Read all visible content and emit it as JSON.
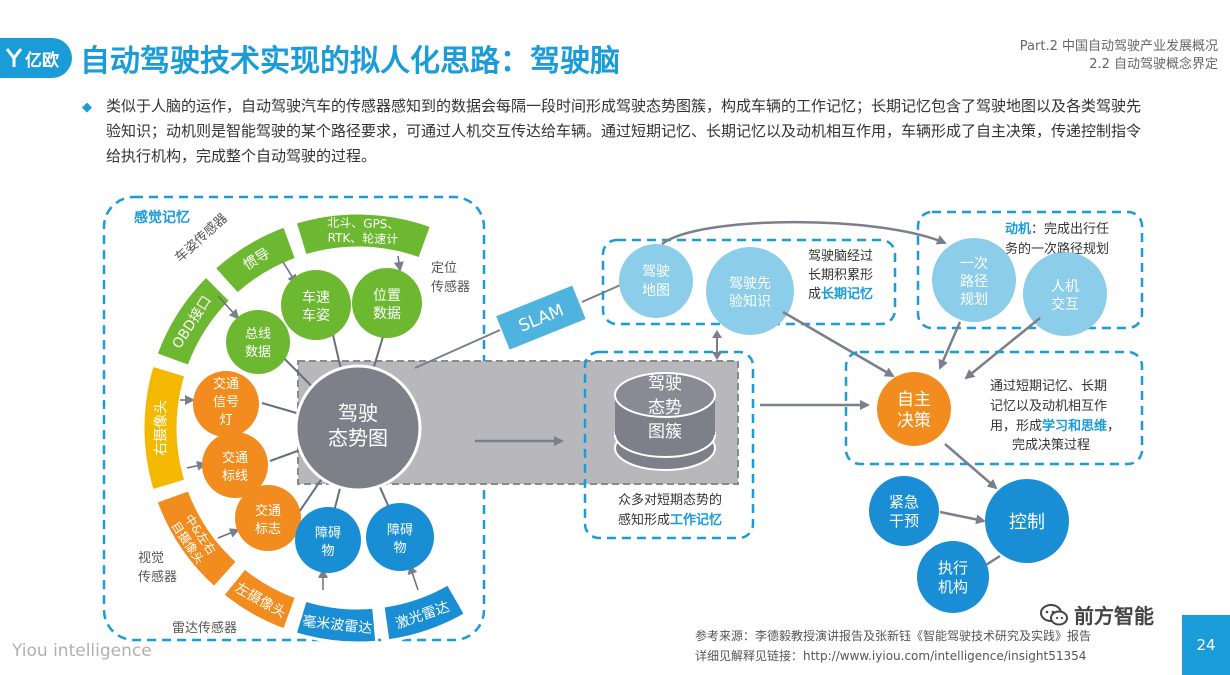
{
  "header": {
    "logo_text": "亿欧",
    "title": "自动驾驶技术实现的拟人化思路：驾驶脑",
    "part_line1": "Part.2 中国自动驾驶产业发展概况",
    "part_line2": "2.2 自动驾驶概念界定"
  },
  "intro": {
    "bullet": "◆",
    "text": "类似于人脑的运作，自动驾驶汽车的传感器感知到的数据会每隔一段时间形成驾驶态势图簇，构成车辆的工作记忆；长期记忆包含了驾驶地图以及各类驾驶先验知识；动机则是智能驾驶的某个路径要求，可通过人机交互传达给车辆。通过短期记忆、长期记忆以及动机相互作用，车辆形成了自主决策，传递控制指令给执行机构，完成整个自动驾驶的过程。"
  },
  "diagram": {
    "sensory_memory_label": "感觉记忆",
    "center_node": [
      "驾驶",
      "态势图"
    ],
    "segments": {
      "obd": "OBD接口",
      "inertial": "惯导",
      "gps": [
        "北斗、GPS、",
        "RTK、轮速计"
      ],
      "right_camera": "右摄像头",
      "mid_camera": [
        "中&左右",
        "目摄像头"
      ],
      "left_camera": "左摄像头",
      "mmwave_radar": "毫米波雷达",
      "lidar": "激光雷达"
    },
    "category_labels": {
      "vehicle_pose": "车姿传感器",
      "positioning": [
        "定位",
        "传感器"
      ],
      "vision": [
        "视觉",
        "传感器"
      ],
      "radar": "雷达传感器"
    },
    "nodes": {
      "bus_data": [
        "总线",
        "数据"
      ],
      "speed_pose": [
        "车速",
        "车姿"
      ],
      "position_data": [
        "位置",
        "数据"
      ],
      "traffic_light": [
        "交通",
        "信号",
        "灯"
      ],
      "traffic_line": [
        "交通",
        "标线"
      ],
      "traffic_sign": [
        "交通",
        "标志"
      ],
      "obstacle_1": [
        "障碍",
        "物"
      ],
      "obstacle_2": [
        "障碍",
        "物"
      ]
    },
    "slam_label": "SLAM",
    "working_memory": {
      "node": [
        "驾驶",
        "态势",
        "图簇"
      ],
      "desc_line1": "众多对短期态势的",
      "desc_prefix": "感知形成",
      "desc_highlight": "工作记忆"
    },
    "long_term_memory": {
      "map_node": [
        "驾驶",
        "地图"
      ],
      "prior_node": [
        "驾驶先",
        "验知识"
      ],
      "desc_line1": "驾驶脑经过",
      "desc_line2": "长期积累形",
      "desc_prefix": "成",
      "desc_highlight": "长期记忆"
    },
    "motivation": {
      "title_highlight": "动机",
      "title_rest": "：完成出行任",
      "desc_line2": "务的一次路径规划",
      "route_node": [
        "一次",
        "路径",
        "规划"
      ],
      "hmi_node": [
        "人机",
        "交互"
      ]
    },
    "decision": {
      "node": [
        "自主",
        "决策"
      ],
      "desc_line1": "通过短期记忆、长期",
      "desc_line2": "记忆以及动机相互作",
      "desc_prefix": "用，形成",
      "desc_highlight": "学习和思维",
      "desc_suffix": "，",
      "desc_line4": "完成决策过程"
    },
    "emergency_node": [
      "紧急",
      "干预"
    ],
    "control_node": "控制",
    "actuator_node": [
      "执行",
      "机构"
    ]
  },
  "footer": {
    "brand": "Yiou intelligence",
    "source_line1": "参考来源：李德毅教授演讲报告及张新钰《智能驾驶技术研究及实践》报告",
    "source_line2": "详细见解释见链接：http://www.iyiou.com/intelligence/insight51354",
    "wechat_name": "前方智能",
    "page_number": "24"
  },
  "colors": {
    "accent_blue": "#1a9cd8",
    "green": "#6cb830",
    "orange": "#f28c1e",
    "yellow": "#f5b800",
    "light_blue": "#8ccdea",
    "gray_node": "#7f7f8a",
    "gray_box": "#a6a6a6"
  }
}
